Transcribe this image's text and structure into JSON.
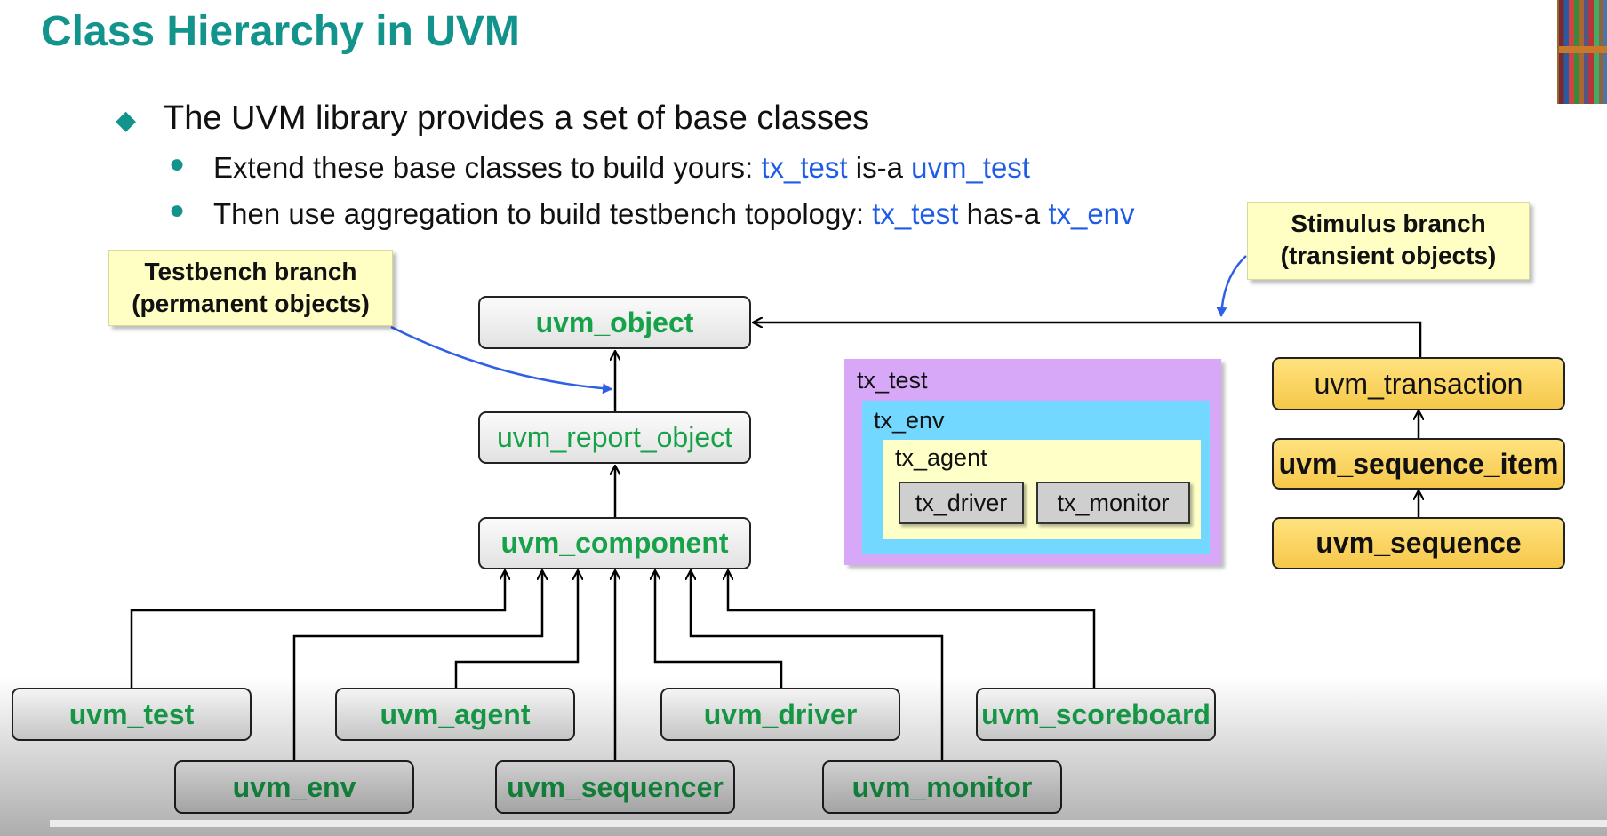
{
  "title": "Class Hierarchy in UVM",
  "bullet_main": "The UVM library provides a set of base classes",
  "bullet2": {
    "prefix": "Extend these base classes to build yours: ",
    "a": "tx_test",
    "mid": " is-a ",
    "b": "uvm_test"
  },
  "bullet3": {
    "prefix": "Then use aggregation to build testbench topology: ",
    "a": "tx_test",
    "mid": " has-a ",
    "b": "tx_env"
  },
  "callouts": {
    "testbench_l1": "Testbench branch",
    "testbench_l2": "(permanent objects)",
    "stimulus_l1": "Stimulus branch",
    "stimulus_l2": "(transient objects)"
  },
  "classes": {
    "uvm_object": "uvm_object",
    "uvm_report_object": "uvm_report_object",
    "uvm_component": "uvm_component",
    "uvm_test": "uvm_test",
    "uvm_env": "uvm_env",
    "uvm_agent": "uvm_agent",
    "uvm_sequencer": "uvm_sequencer",
    "uvm_driver": "uvm_driver",
    "uvm_monitor": "uvm_monitor",
    "uvm_scoreboard": "uvm_scoreboard",
    "uvm_transaction": "uvm_transaction",
    "uvm_sequence_item": "uvm_sequence_item",
    "uvm_sequence": "uvm_sequence"
  },
  "topology": {
    "tx_test": "tx_test",
    "tx_env": "tx_env",
    "tx_agent": "tx_agent",
    "tx_driver": "tx_driver",
    "tx_monitor": "tx_monitor"
  },
  "colors": {
    "title": "#12938c",
    "class_text": "#17a24a",
    "code_text": "#1f5ce6",
    "yellow_box": "#f6c84a",
    "callout": "#ffffc4",
    "tx_test_bg": "#d7a8f7",
    "tx_env_bg": "#72d8ff",
    "tx_agent_bg": "#ffffc8"
  }
}
